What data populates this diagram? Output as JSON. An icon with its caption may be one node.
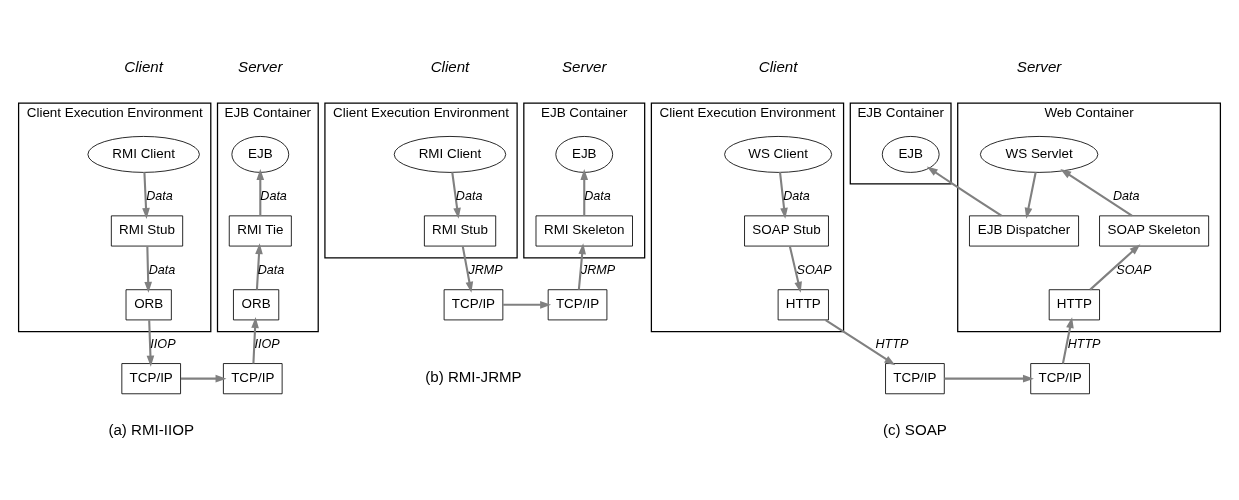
{
  "diagram": {
    "nodes": [
      {
        "text": [
          "Client Execution Environment"
        ]
      },
      {
        "text": [
          "RMI Client"
        ],
        "in": 0
      },
      {
        "text": [
          "RMI Stub"
        ],
        "in": 0
      },
      {
        "text": [
          "ORB"
        ],
        "in": 0
      },
      {
        "text": [
          "EJB Container"
        ]
      },
      {
        "text": [
          "EJB"
        ],
        "in": 4
      },
      {
        "text": [
          "RMI Tie"
        ],
        "in": 4
      },
      {
        "text": [
          "ORB"
        ],
        "in": 4
      },
      {
        "text": [
          "TCP/IP"
        ]
      },
      {
        "text": [
          "TCP/IP"
        ]
      },
      {
        "text": [
          "Client Execution Environment"
        ]
      },
      {
        "text": [
          "RMI Client"
        ],
        "in": 10
      },
      {
        "text": [
          "RMI Stub"
        ],
        "in": 10
      },
      {
        "text": [
          "EJB Container"
        ]
      },
      {
        "text": [
          "EJB"
        ],
        "in": 13
      },
      {
        "text": [
          "RMI Skeleton"
        ],
        "in": 13
      },
      {
        "text": [
          "TCP/IP"
        ]
      },
      {
        "text": [
          "TCP/IP"
        ]
      },
      {
        "text": [
          "Client Execution Environment"
        ]
      },
      {
        "text": [
          "WS Client"
        ],
        "in": 18
      },
      {
        "text": [
          "SOAP Stub"
        ],
        "in": 18
      },
      {
        "text": [
          "HTTP"
        ],
        "in": 18
      },
      {
        "text": [
          "Web Container"
        ]
      },
      {
        "text": [
          "WS Servlet"
        ],
        "in": 22
      },
      {
        "text": [
          "SOAP Skeleton"
        ],
        "in": 22
      },
      {
        "text": [
          "HTTP"
        ],
        "in": 22
      },
      {
        "text": [
          "EJB Dispatcher"
        ],
        "in": 22
      },
      {
        "text": [
          "EJB Container"
        ]
      },
      {
        "text": [
          "EJB"
        ],
        "in": 27
      },
      {
        "text": [
          "TCP/IP"
        ]
      },
      {
        "text": [
          "TCP/IP"
        ]
      }
    ],
    "edges": [
      {
        "from": 1,
        "to": 2,
        "arrow": "to",
        "label": "Data"
      },
      {
        "from": 2,
        "to": 3,
        "arrow": "to",
        "label": "Data"
      },
      {
        "from": 3,
        "to": 8,
        "arrow": "to",
        "label": "IIOP"
      },
      {
        "from": 8,
        "to": 9,
        "arrow": "to"
      },
      {
        "from": 9,
        "to": 7,
        "arrow": "to",
        "label": "IIOP"
      },
      {
        "from": 7,
        "to": 6,
        "arrow": "to",
        "label": "Data"
      },
      {
        "from": 6,
        "to": 5,
        "arrow": "to",
        "label": "Data"
      },
      {
        "from": 11,
        "to": 12,
        "arrow": "to",
        "label": "Data"
      },
      {
        "from": 12,
        "to": 16,
        "arrow": "to",
        "label": "JRMP"
      },
      {
        "from": 16,
        "to": 17,
        "arrow": "to"
      },
      {
        "from": 17,
        "to": 15,
        "arrow": "to",
        "label": "JRMP"
      },
      {
        "from": 15,
        "to": 14,
        "arrow": "to",
        "label": "Data"
      },
      {
        "from": 19,
        "to": 20,
        "arrow": "to",
        "label": "Data"
      },
      {
        "from": 20,
        "to": 21,
        "arrow": "to",
        "label": "SOAP"
      },
      {
        "from": 21,
        "to": 29,
        "arrow": "to",
        "label": "HTTP"
      },
      {
        "from": 29,
        "to": 30,
        "arrow": "to"
      },
      {
        "from": 30,
        "to": 25,
        "arrow": "to",
        "label": "HTTP"
      },
      {
        "from": 25,
        "to": 24,
        "arrow": "to",
        "label": "SOAP"
      },
      {
        "from": 24,
        "to": 23,
        "arrow": "to",
        "label": "Data"
      },
      {
        "from": 23,
        "to": 26,
        "arrow": "to"
      },
      {
        "from": 26,
        "to": 28,
        "arrow": "to"
      }
    ],
    "labels": [
      "Client",
      "Server",
      "Client",
      "Server",
      "Client",
      "Server",
      "(a) RMI-IIOP",
      "(b) RMI-JRMP",
      "(c) SOAP"
    ]
  }
}
